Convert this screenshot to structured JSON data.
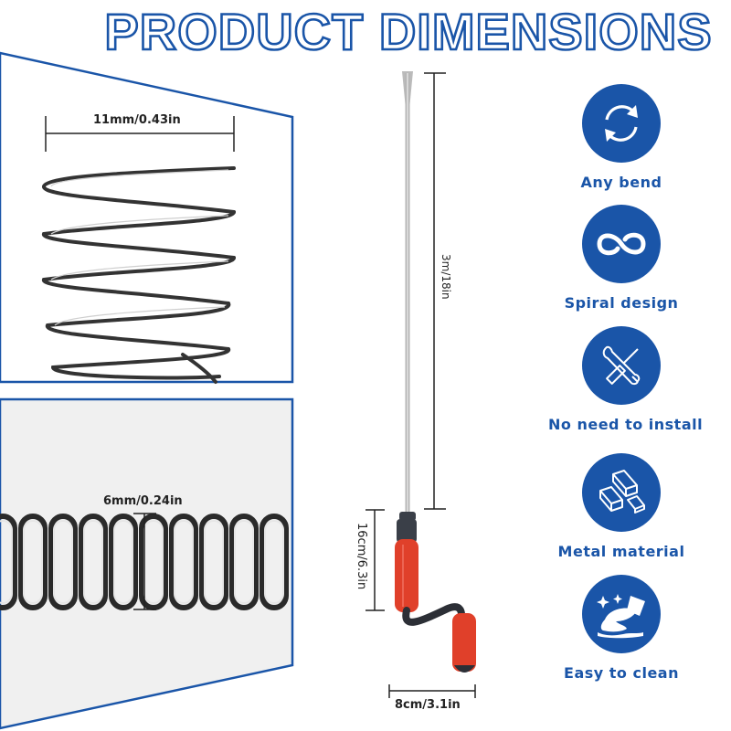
{
  "title": "PRODUCT DIMENSIONS",
  "colors": {
    "brand_blue": "#1a55a8",
    "handle_red": "#e0402a",
    "panel_gray": "#f0f0f0"
  },
  "dimensions": {
    "coil_diameter": "11mm/0.43in",
    "wire_diameter": "6mm/0.24in",
    "cable_length": "3m/18in",
    "handle_height": "16cm/6.3in",
    "handle_width": "8cm/3.1in"
  },
  "features": [
    {
      "icon": "rotate-arrows-icon",
      "label": "Any bend"
    },
    {
      "icon": "infinity-icon",
      "label": "Spiral design"
    },
    {
      "icon": "wrench-screwdriver-icon",
      "label": "No need to install"
    },
    {
      "icon": "metal-ingots-icon",
      "label": "Metal material"
    },
    {
      "icon": "hand-wipe-clean-icon",
      "label": "Easy to clean"
    }
  ]
}
